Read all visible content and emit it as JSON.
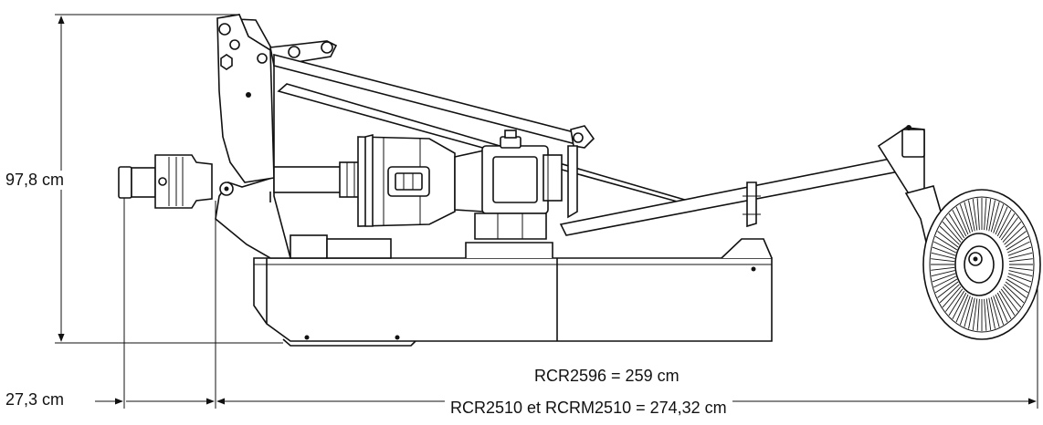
{
  "dimensions": {
    "height": "97,8 cm",
    "hitch_offset": "27,3 cm",
    "length_rcr2596": "RCR2596 = 259 cm",
    "length_rcr2510": "RCR2510 et RCRM2510 = 274,32 cm"
  },
  "colors": {
    "line": "#111111",
    "background": "#ffffff"
  }
}
